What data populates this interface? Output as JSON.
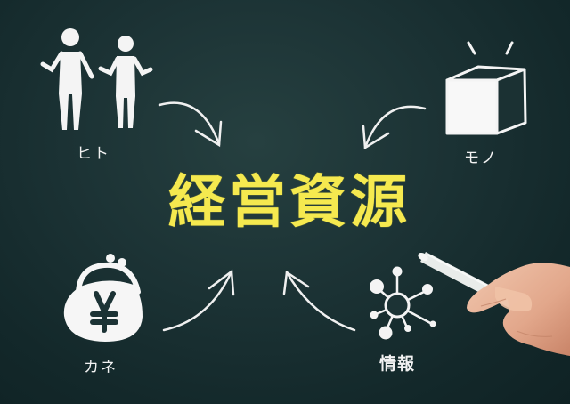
{
  "title": "経営資源",
  "resources": {
    "people": {
      "label": "ヒト",
      "icon": "people-icon"
    },
    "things": {
      "label": "モノ",
      "icon": "cube-icon"
    },
    "money": {
      "label": "カネ",
      "icon": "yen-purse-icon",
      "symbol": "¥"
    },
    "information": {
      "label": "情報",
      "icon": "network-icon"
    }
  },
  "colors": {
    "board": "#1c3335",
    "title": "#f5e94f",
    "chalk": "#f2f2f2"
  }
}
